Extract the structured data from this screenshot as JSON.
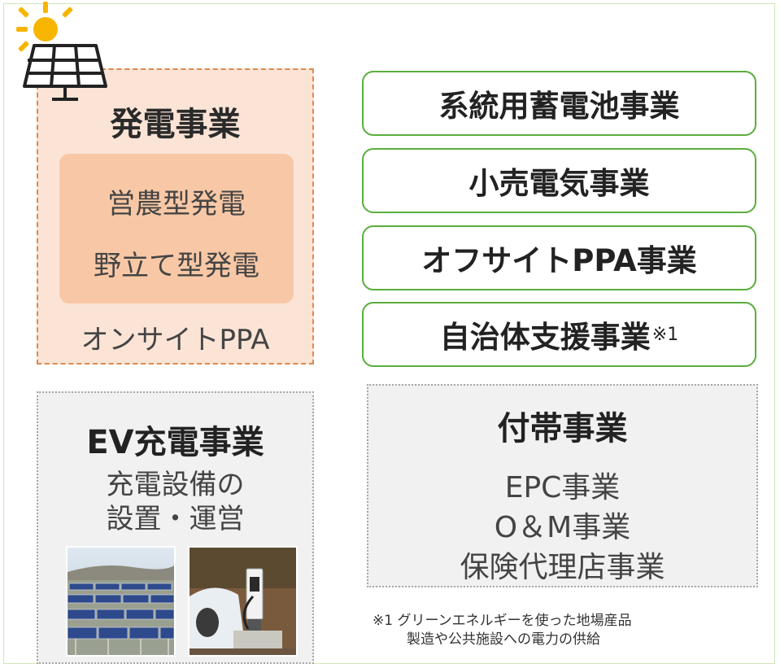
{
  "generation": {
    "title": "発電事業",
    "items": [
      "営農型発電",
      "野立て型発電"
    ],
    "onsite": "オンサイトPPA"
  },
  "businesses": [
    {
      "label": "系統用蓄電池事業",
      "note": ""
    },
    {
      "label": "小売電気事業",
      "note": ""
    },
    {
      "label": "オフサイトPPA事業",
      "note": ""
    },
    {
      "label": "自治体支援事業",
      "note": "※1"
    }
  ],
  "ev": {
    "title": "EV充電事業",
    "desc_lines": [
      "充電設備の",
      "設置・運営"
    ]
  },
  "ancillary": {
    "title": "付帯事業",
    "items": [
      "EPC事業",
      "O＆M事業",
      "保険代理店事業"
    ]
  },
  "footnote": {
    "line1": "※1 グリーンエネルギーを使った地場産品",
    "line2": "製造や公共施設への電力の供給"
  },
  "colors": {
    "generation_fill": "#fbe4d6",
    "generation_border": "#d98b52",
    "generation_inner": "#f8c8a6",
    "business_border": "#5aae3c",
    "gray_fill": "#f1f1f1",
    "sun": "#f7b500"
  },
  "icons": [
    "sun-icon",
    "solar-panel-icon",
    "solar-farm-photo",
    "ev-charger-photo"
  ]
}
